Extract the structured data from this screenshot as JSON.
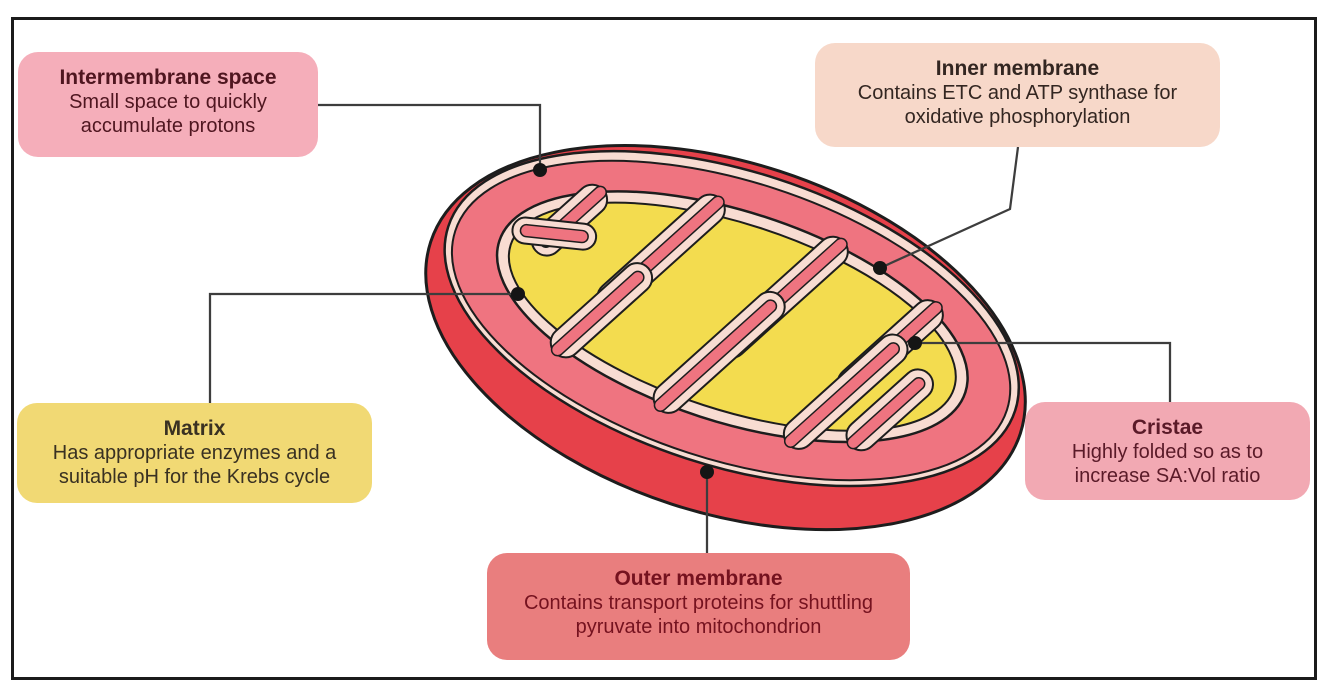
{
  "figure": {
    "type": "labeled-diagram",
    "subject": "Mitochondrion structure",
    "labels": [
      {
        "id": "intermembrane-space",
        "title": "Intermembrane space",
        "description": "Small space to quickly accumulate protons",
        "box_color": "#f5aeba",
        "text_color": "#4f1620"
      },
      {
        "id": "inner-membrane",
        "title": "Inner membrane",
        "description": "Contains ETC and ATP synthase for oxidative phosphorylation",
        "box_color": "#f7d8c9",
        "text_color": "#332621"
      },
      {
        "id": "matrix",
        "title": "Matrix",
        "description": "Has appropriate enzymes and a suitable pH for the Krebs cycle",
        "box_color": "#f1d974",
        "text_color": "#393122"
      },
      {
        "id": "cristae",
        "title": "Cristae",
        "description": "Highly folded so as to increase SA:Vol ratio",
        "box_color": "#f2a9b3",
        "text_color": "#5a1a28"
      },
      {
        "id": "outer-membrane",
        "title": "Outer membrane",
        "description": "Contains transport proteins for shuttling pyruvate into mitochondrion",
        "box_color": "#e97e7e",
        "text_color": "#75121f"
      }
    ],
    "diagram_colors": {
      "outer_membrane_red": "#e6414a",
      "intermembrane_pink": "#ef7480",
      "membrane_cream": "#f8dcd2",
      "matrix_yellow": "#f3dc4f",
      "outline": "#1d1d1d",
      "connector_line": "#3d3d3d",
      "marker_dot": "#151515",
      "frame_border": "#1b1b1b"
    }
  }
}
